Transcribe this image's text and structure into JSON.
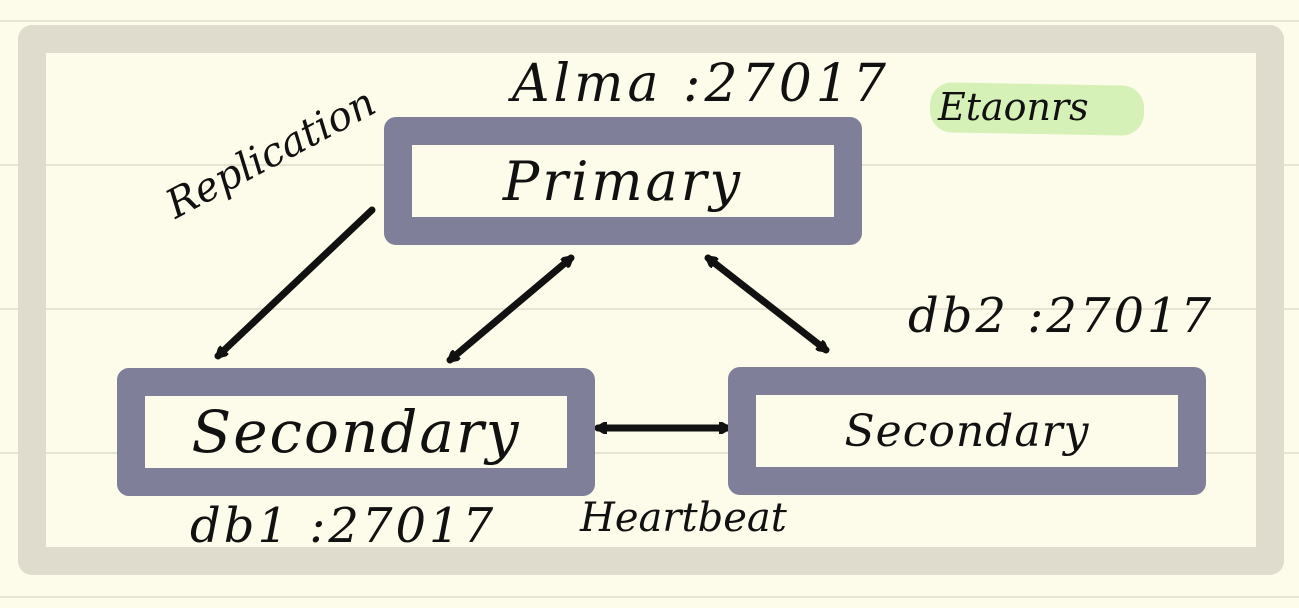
{
  "diagram": {
    "nodes": {
      "primary": {
        "label": "Primary",
        "host": "Alma :27017"
      },
      "secondary_left": {
        "label": "Secondary",
        "host": "db1 :27017"
      },
      "secondary_right": {
        "label": "Secondary",
        "host": "db2 :27017"
      }
    },
    "edges": {
      "replication": {
        "from": "primary",
        "to": "secondary_left",
        "direction": "one-way",
        "label": "Replication"
      },
      "primary_left": {
        "from": "primary",
        "to": "secondary_left",
        "direction": "two-way"
      },
      "primary_right": {
        "from": "primary",
        "to": "secondary_right",
        "direction": "two-way"
      },
      "heartbeat": {
        "from": "secondary_left",
        "to": "secondary_right",
        "direction": "two-way",
        "label": "Heartbeat"
      }
    },
    "note": "Etaonrs",
    "colors": {
      "paper": "#fdfbea",
      "frame": "#dfdccd",
      "node_border": "#807f99",
      "ink": "#111111",
      "highlight": "#c4eda1"
    }
  }
}
